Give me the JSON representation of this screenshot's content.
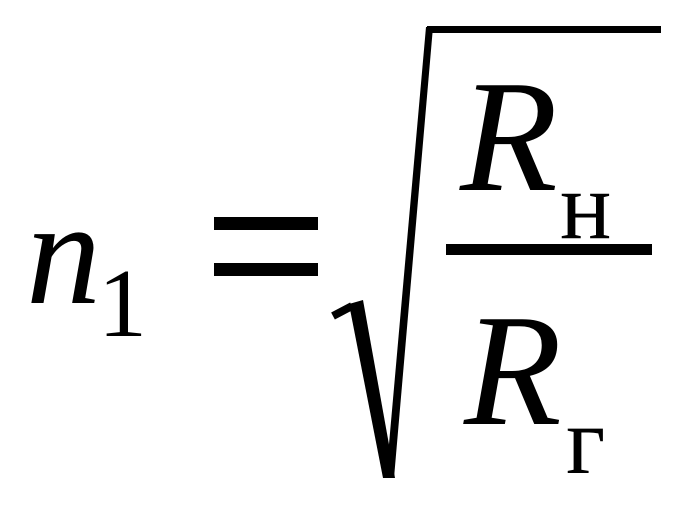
{
  "formula": {
    "lhs_variable": "n",
    "lhs_subscript": "1",
    "equals": "=",
    "numerator_variable": "R",
    "numerator_subscript": "н",
    "denominator_variable": "R",
    "denominator_subscript": "г"
  },
  "colors": {
    "ink": "#000000",
    "background": "#ffffff"
  }
}
